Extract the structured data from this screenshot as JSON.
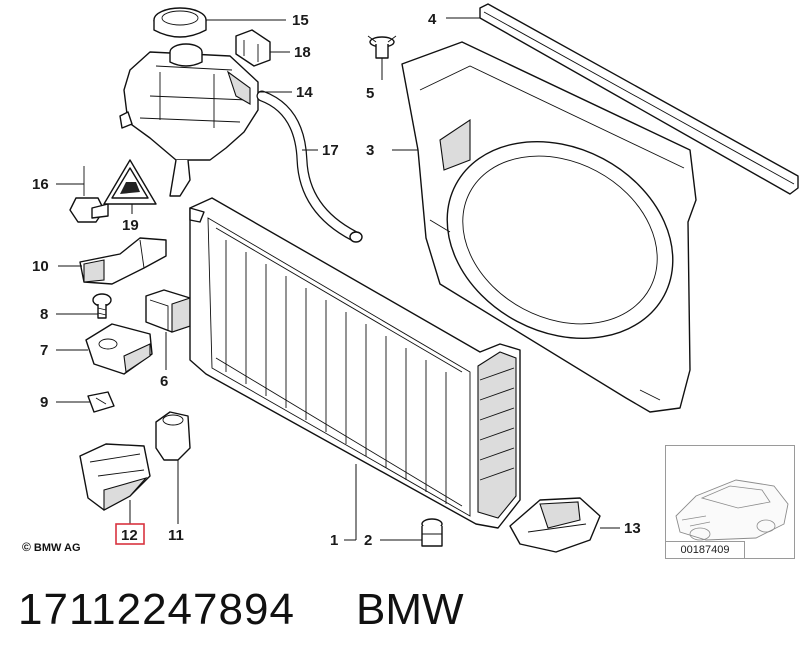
{
  "labels": {
    "l1": "1",
    "l2": "2",
    "l3": "3",
    "l4": "4",
    "l5": "5",
    "l6": "6",
    "l7": "7",
    "l8": "8",
    "l9": "9",
    "l10": "10",
    "l11": "11",
    "l12": "12",
    "l13": "13",
    "l14": "14",
    "l15": "15",
    "l16": "16",
    "l17": "17",
    "l18": "18",
    "l19": "19"
  },
  "highlighted_label": "12",
  "highlight_color": "#d9333f",
  "copyright": "BMW AG",
  "copyright_symbol": "©",
  "reference_code": "00187409",
  "footer": {
    "part_number": "17112247894",
    "brand": "BMW"
  }
}
